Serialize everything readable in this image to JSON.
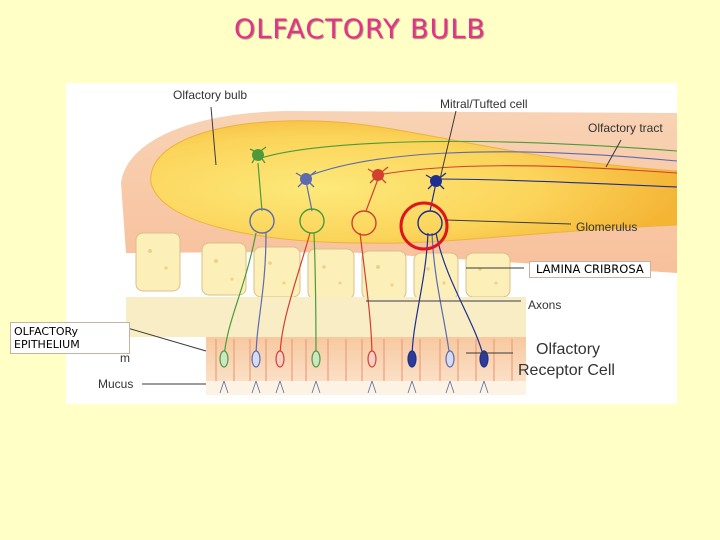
{
  "slide": {
    "title": "OLFACTORY BULB"
  },
  "diagram": {
    "labels": {
      "olfactory_bulb": "Olfactory bulb",
      "mitral_tufted_cell": "Mitral/Tufted cell",
      "olfactory_tract": "Olfactory tract",
      "glomerulus": "Glomerulus",
      "axons": "Axons",
      "olfactory_receptor_cell_line1": "Olfactory",
      "olfactory_receptor_cell_line2": "Receptor Cell",
      "mucus": "Mucus",
      "epithelium_fragment": "m"
    },
    "overlay": {
      "lamina_cribrosa": "LAMINA CRIBROSA",
      "olfactory_epithelium": "OLFACTORy EPITHELIUM"
    },
    "colors": {
      "highlight_ring": "#e0141c",
      "neuron_green": "#4c9a3c",
      "neuron_blue": "#4a5aa8",
      "neuron_red": "#d2402e",
      "neuron_navy": "#1e2e90",
      "bulb_yellow": "#f9c846",
      "bone": "#fcefb8",
      "epithelium": "#f7c29a"
    }
  }
}
